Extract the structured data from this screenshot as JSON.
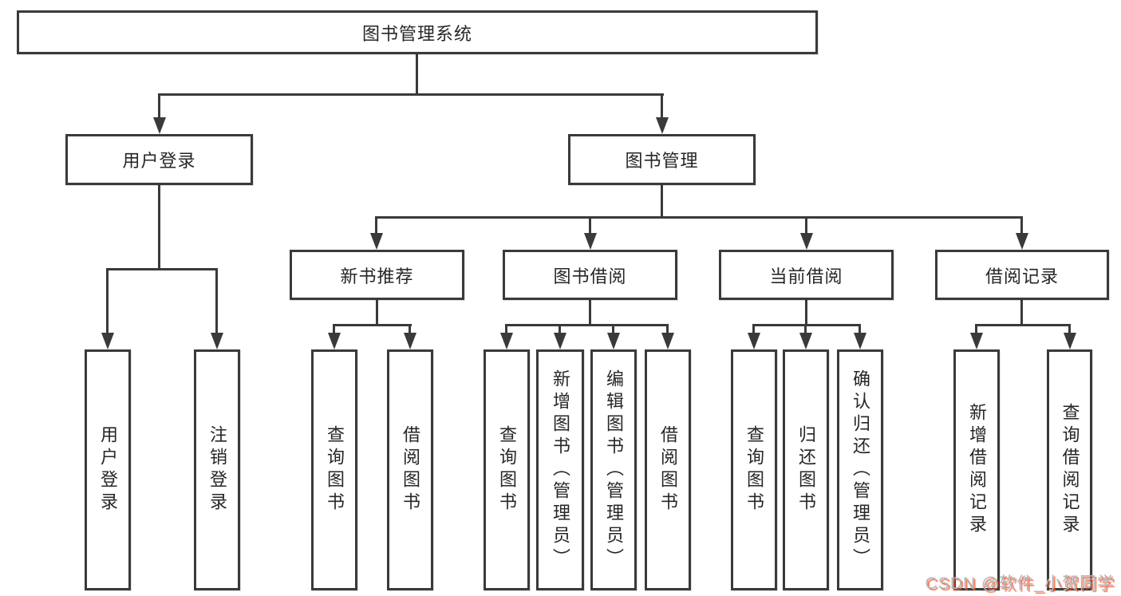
{
  "tree": {
    "root": "图书管理系统",
    "l1": [
      {
        "label": "用户登录",
        "children": [
          "用户登录",
          "注销登录"
        ]
      },
      {
        "label": "图书管理"
      }
    ],
    "l2": [
      {
        "label": "新书推荐",
        "children": [
          "查询图书",
          "借阅图书"
        ]
      },
      {
        "label": "图书借阅",
        "children": [
          "查询图书",
          "新增图书（管理员）",
          "编辑图书（管理员）",
          "借阅图书"
        ]
      },
      {
        "label": "当前借阅",
        "children": [
          "查询图书",
          "归还图书",
          "确认归还（管理员）"
        ]
      },
      {
        "label": "借阅记录",
        "children": [
          "新增借阅记录",
          "查询借阅记录"
        ]
      }
    ]
  },
  "watermark": "CSDN @软件_小贺同学",
  "colors": {
    "line": "#3a3a3a",
    "box_fill": "#ffffff",
    "text": "#262626",
    "watermark_gray": "#b4b4b4",
    "watermark_red": "#fc5531"
  }
}
